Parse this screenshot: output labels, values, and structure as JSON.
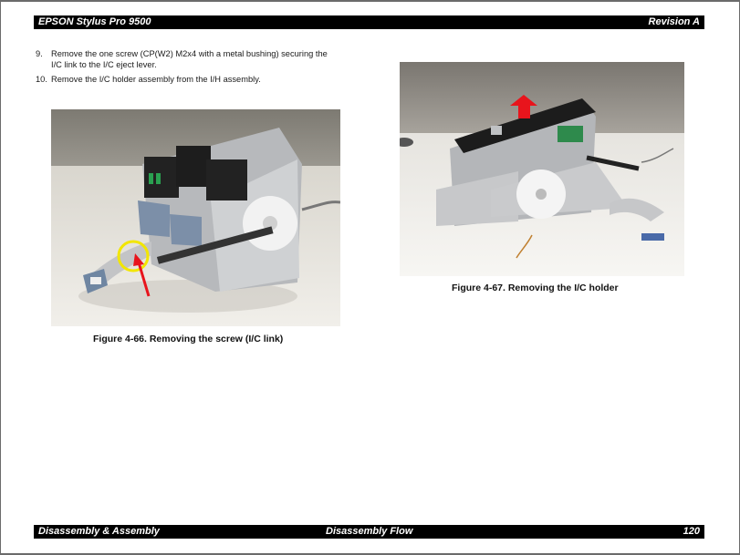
{
  "header": {
    "title": "EPSON Stylus Pro 9500",
    "revision": "Revision A"
  },
  "steps": [
    {
      "number": "9.",
      "text_line1": "Remove the one screw (CP(W2) M2x4 with a metal bushing) securing the",
      "text_line2": "I/C link to the I/C eject lever."
    },
    {
      "number": "10.",
      "text_line1": "Remove the I/C holder assembly from the I/H assembly.",
      "text_line2": ""
    }
  ],
  "figures": [
    {
      "id": "fig-4-66",
      "caption": "Figure 4-66.  Removing the screw (I/C link)",
      "annotations": [
        "yellow-circle-highlight",
        "red-arrow-pointer"
      ]
    },
    {
      "id": "fig-4-67",
      "caption": "Figure 4-67.  Removing the I/C holder",
      "annotations": [
        "red-up-arrow"
      ]
    }
  ],
  "footer": {
    "section": "Disassembly & Assembly",
    "subsection": "Disassembly Flow",
    "page_number": "120"
  },
  "colors": {
    "bar_bg": "#000000",
    "bar_text": "#ffffff",
    "highlight_yellow": "#f2e600",
    "arrow_red": "#e8141c"
  }
}
